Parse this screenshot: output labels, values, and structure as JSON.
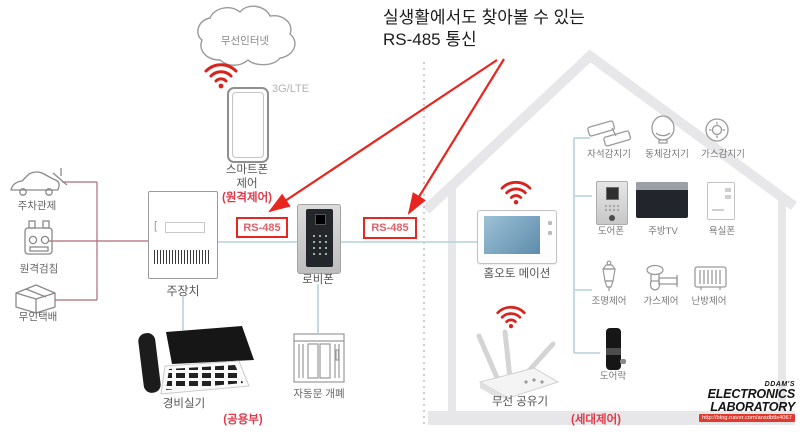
{
  "title": {
    "line1": "실생활에서도 찾아볼 수 있는",
    "line2": "RS-485 통신"
  },
  "colors": {
    "accent_red": "#e8251f",
    "label_red": "#e0394a",
    "line_blue": "#b5d2da",
    "line_maroon": "#b06a78",
    "house_gray": "#e7e7e9"
  },
  "icons": {
    "cloud-icon": "outlined cloud",
    "wifi-icon": "red wireless signal arcs",
    "smartphone-icon": "phone outline",
    "parking-icon": "car with gate sketch",
    "meter-icon": "remote meter sketch",
    "parcel-icon": "delivery box sketch",
    "main-unit-icon": "cabinet with barcode",
    "lobby-phone-icon": "dark entrance intercom",
    "guard-phone-icon": "black desk phone",
    "auto-door-icon": "elevator style door",
    "wallpad-icon": "home automation wall pad",
    "router-icon": "white router with antennas",
    "magnet-sensor-icon": "two magnet bars",
    "motion-sensor-icon": "dome detector",
    "gas-sensor-icon": "round detector",
    "door-phone-icon": "gray door camera unit",
    "kitchen-tv-icon": "under cabinet tv",
    "bath-phone-icon": "white bathroom phone",
    "light-control-icon": "lantern",
    "gas-control-icon": "gas valve",
    "heat-control-icon": "radiator",
    "door-lock-icon": "digital door lock",
    "house-icon": "gray house outline"
  },
  "internet": {
    "cloud_label": "무선인터넷",
    "network_label": "3G/LTE",
    "device_label_line1": "스마트폰",
    "device_label_line2": "제어",
    "mode_label": "(원격제어)"
  },
  "left_services": {
    "items": [
      {
        "label": "주차관제"
      },
      {
        "label": "원격검침"
      },
      {
        "label": "무인택배"
      }
    ]
  },
  "common_area": {
    "main_unit_label": "주장치",
    "lobby_phone_label": "로비폰",
    "guard_phone_label": "경비실기",
    "door_label": "자동문 개폐",
    "zone_label": "(공용부)",
    "bus_labels": [
      "RS-485",
      "RS-485"
    ]
  },
  "house": {
    "wallpad_label": "홈오토 메이션",
    "router_label": "무선 공유기",
    "zone_label": "(세대제어)",
    "devices": [
      {
        "label": "자석감지기"
      },
      {
        "label": "동체감지기"
      },
      {
        "label": "가스감지기"
      },
      {
        "label": "도어폰"
      },
      {
        "label": "주방TV"
      },
      {
        "label": "욕실폰"
      },
      {
        "label": "조명제어"
      },
      {
        "label": "가스제어"
      },
      {
        "label": "난방제어"
      },
      {
        "label": "도어락"
      }
    ]
  },
  "logo": {
    "top": "DDAM'S",
    "line1": "ELECTRONICS",
    "line2": "LABORATORY",
    "url": "http://blog.naver.com/ansdbtls4067"
  }
}
